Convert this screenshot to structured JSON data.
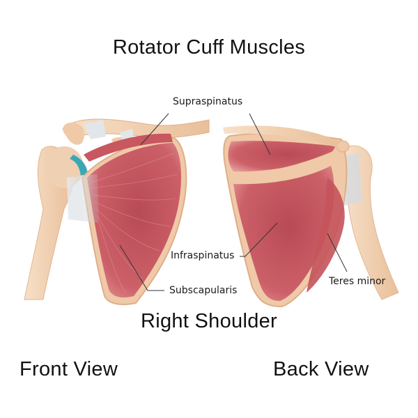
{
  "title": "Rotator Cuff Muscles",
  "subtitle": "Right Shoulder",
  "views": {
    "front": "Front View",
    "back": "Back View"
  },
  "labels": {
    "supraspinatus": "Supraspinatus",
    "infraspinatus": "Infraspinatus",
    "subscapularis": "Subscapularis",
    "teres_minor": "Teres minor"
  },
  "colors": {
    "muscle": "#c8575f",
    "muscle_dark": "#a8404a",
    "bone": "#f2d2b4",
    "bone_edge": "#e0b08c",
    "tendon": "#d8dde2",
    "cartilage": "#3aa8b4",
    "leader_line": "#333333"
  }
}
